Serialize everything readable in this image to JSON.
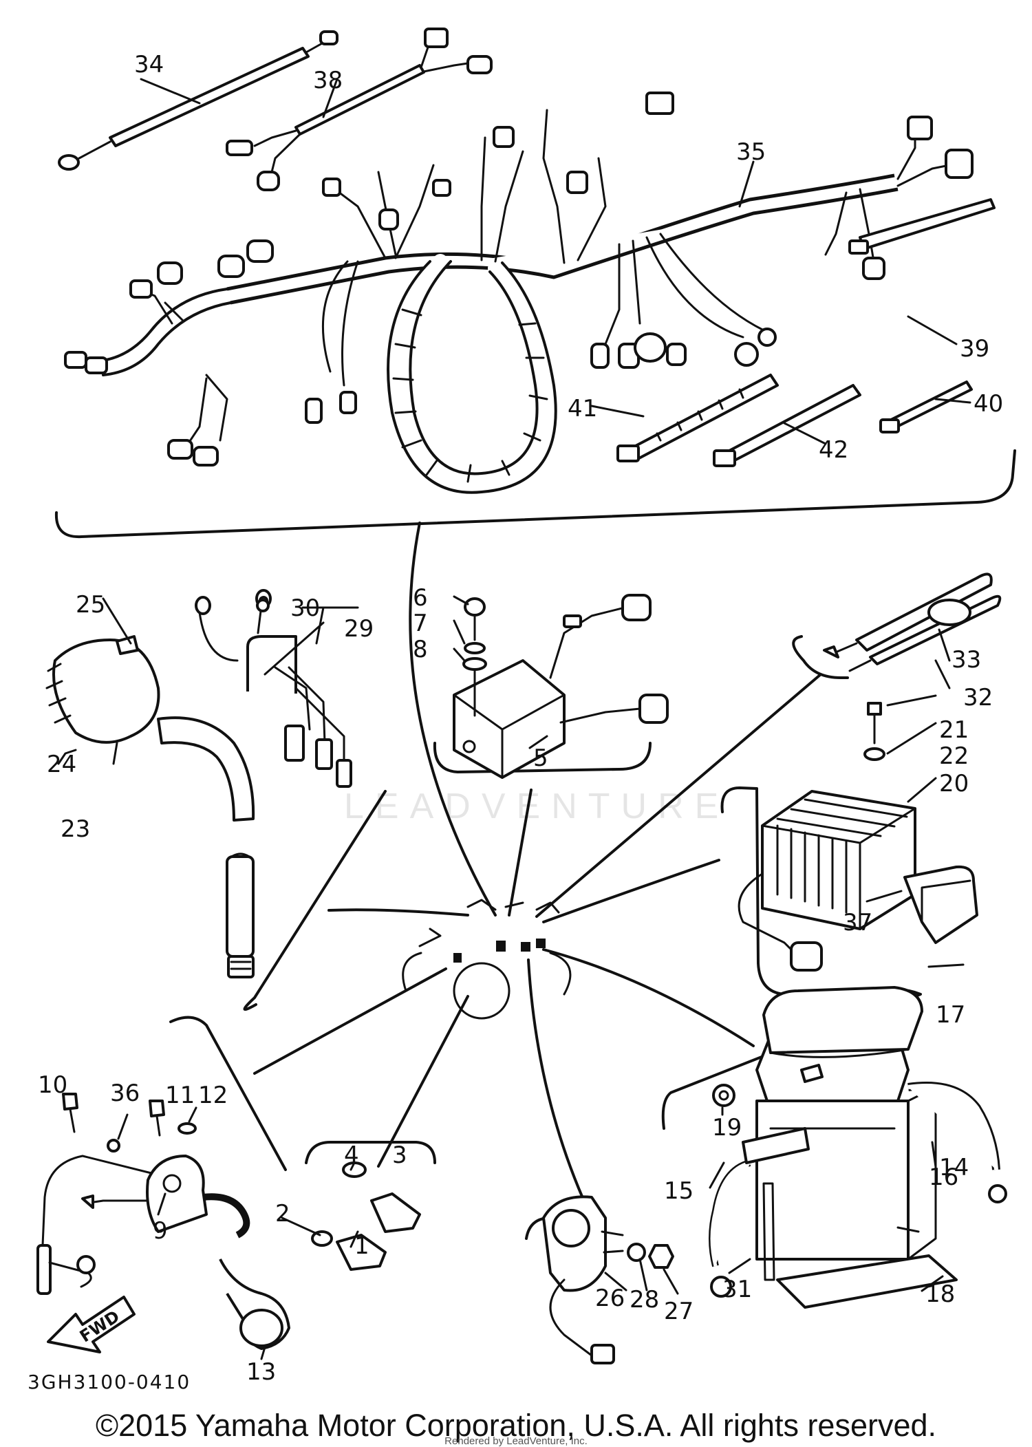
{
  "drawing_code": "3GH3100-0410",
  "copyright": "©2015 Yamaha Motor Corporation, U.S.A. All rights reserved.",
  "watermark": "LEADVENTURE",
  "render_credit": "Rendered by LeadVenture, Inc.",
  "direction_arrow_label": "FWD",
  "callouts": [
    "1",
    "2",
    "3",
    "4",
    "5",
    "6",
    "7",
    "8",
    "9",
    "10",
    "11",
    "12",
    "13",
    "14",
    "15",
    "16",
    "17",
    "18",
    "19",
    "20",
    "21",
    "22",
    "23",
    "24",
    "25",
    "26",
    "27",
    "28",
    "29",
    "30",
    "31",
    "32",
    "33",
    "34",
    "35",
    "36",
    "37",
    "38",
    "39",
    "40",
    "41",
    "42"
  ]
}
